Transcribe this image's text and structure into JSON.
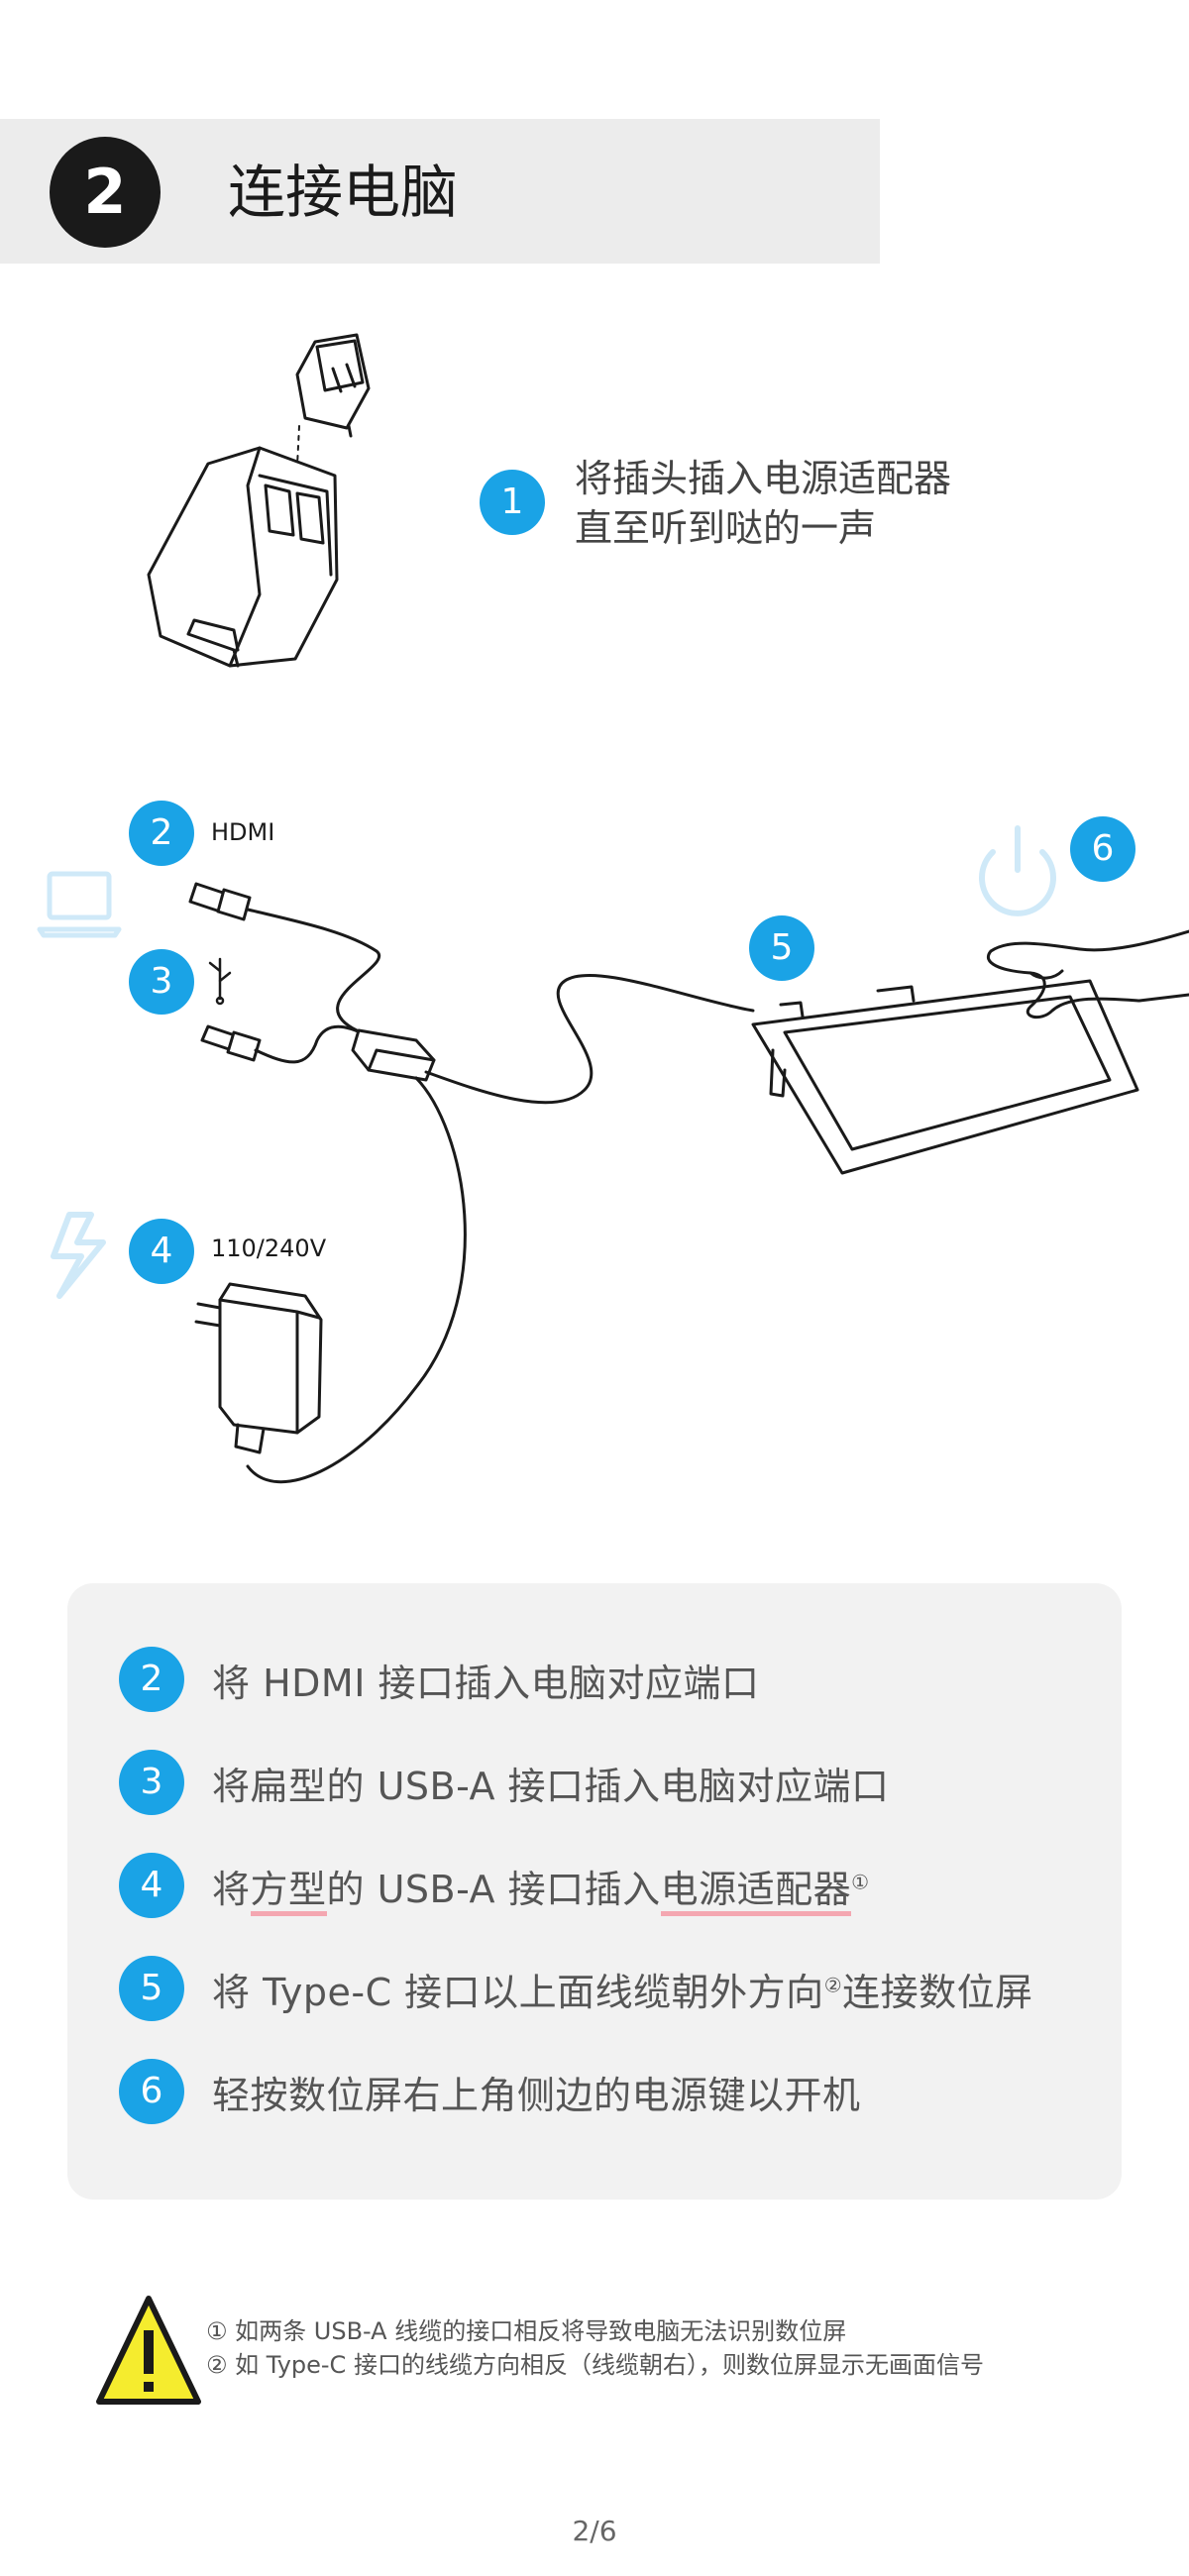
{
  "header": {
    "step_number": "2",
    "title": "连接电脑"
  },
  "step1": {
    "number": "1",
    "lines": [
      "将插头插入电源适配器",
      "直至听到哒的一声"
    ]
  },
  "diagram": {
    "hdmi": {
      "number": "2",
      "label": "HDMI"
    },
    "usb": {
      "number": "3"
    },
    "power": {
      "number": "4",
      "label": "110/240V"
    },
    "display": {
      "number": "5"
    },
    "power_key": {
      "number": "6"
    },
    "colors": {
      "accent": "#1aa3e6",
      "icon_light": "#cfe9f8",
      "line": "#1a1a1a"
    }
  },
  "steps": [
    {
      "number": "2",
      "text": "将 HDMI 接口插入电脑对应端口"
    },
    {
      "number": "3",
      "text": "将扁型的 USB-A 接口插入电脑对应端口"
    },
    {
      "number": "4",
      "pre": "将",
      "hl1": "方型",
      "mid": "的 USB-A 接口插入",
      "hl2": "电源适配器",
      "sup": "①"
    },
    {
      "number": "5",
      "pre": "将 Type-C 接口以上面线缆朝外方向",
      "sup": "②",
      "post": "连接数位屏"
    },
    {
      "number": "6",
      "text": "轻按数位屏右上角侧边的电源键以开机"
    }
  ],
  "warnings": [
    "① 如两条 USB-A 线缆的接口相反将导致电脑无法识别数位屏",
    "② 如 Type-C 接口的线缆方向相反（线缆朝右），则数位屏显示无画面信号"
  ],
  "footer": {
    "page": "2/6"
  }
}
